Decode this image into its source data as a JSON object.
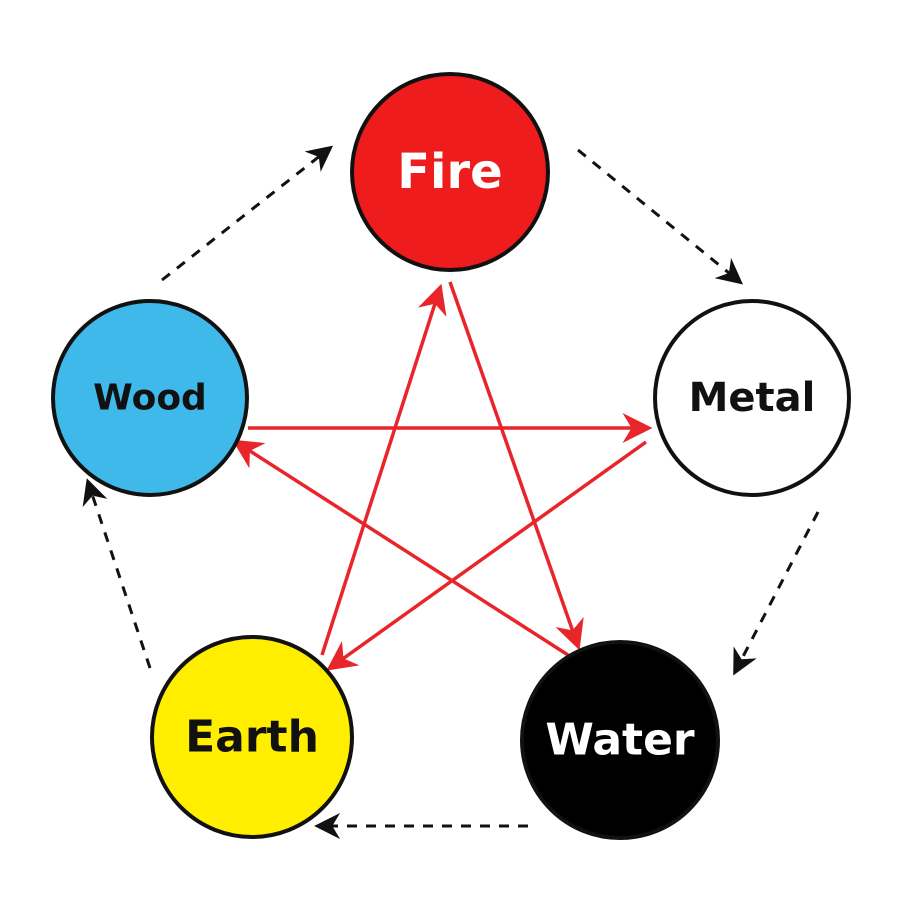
{
  "elements": {
    "fire": {
      "label": "Fire",
      "fill": "#ee1c1c",
      "text_color": "#ffffff"
    },
    "metal": {
      "label": "Metal",
      "fill": "#ffffff",
      "text_color": "#111111"
    },
    "water": {
      "label": "Water",
      "fill": "#000000",
      "text_color": "#ffffff"
    },
    "earth": {
      "label": "Earth",
      "fill": "#ffee00",
      "text_color": "#111111"
    },
    "wood": {
      "label": "Wood",
      "fill": "#3fb8ea",
      "text_color": "#111111"
    }
  },
  "colors": {
    "outline": "#111111",
    "cycle_arrow": "#111111",
    "cross_arrow": "#e8252b"
  },
  "cycle": [
    {
      "from": "fire",
      "to": "metal",
      "style": "dashed"
    },
    {
      "from": "metal",
      "to": "water",
      "style": "dashed"
    },
    {
      "from": "water",
      "to": "earth",
      "style": "dashed"
    },
    {
      "from": "earth",
      "to": "wood",
      "style": "dashed"
    },
    {
      "from": "wood",
      "to": "fire",
      "style": "dashed"
    }
  ],
  "cross": [
    {
      "from": "fire",
      "to": "water",
      "style": "solid"
    },
    {
      "from": "water",
      "to": "wood",
      "style": "solid"
    },
    {
      "from": "wood",
      "to": "metal",
      "style": "solid"
    },
    {
      "from": "metal",
      "to": "earth",
      "style": "solid"
    },
    {
      "from": "earth",
      "to": "fire",
      "style": "solid"
    }
  ]
}
